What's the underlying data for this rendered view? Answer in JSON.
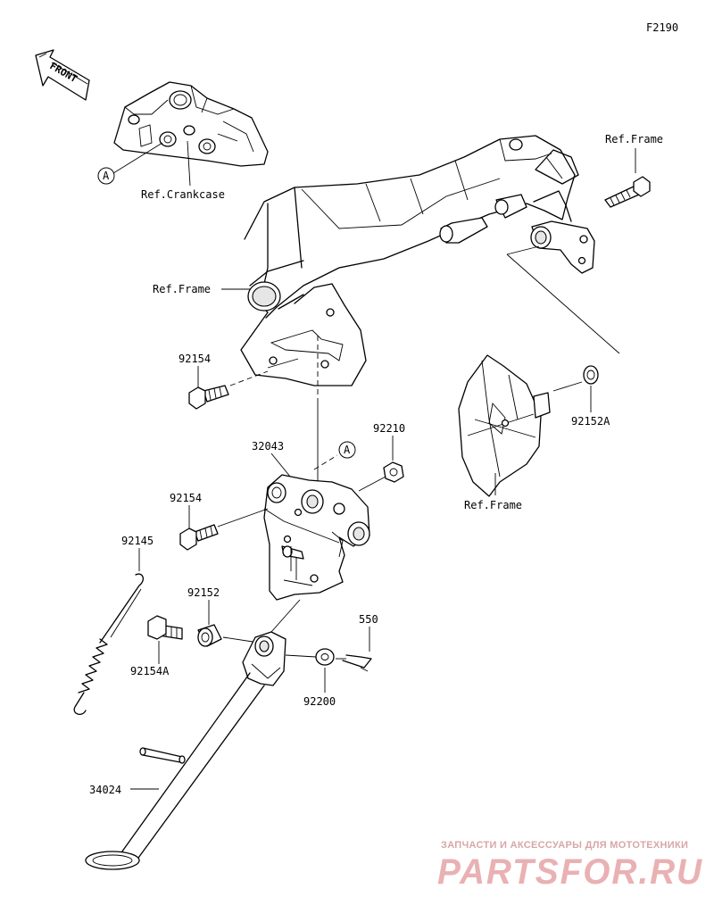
{
  "figure_code": "F2190",
  "front_label": "FRONT",
  "circle_marker": "A",
  "refs": {
    "crankcase": "Ref.Crankcase",
    "frame_top_right": "Ref.Frame",
    "frame_left": "Ref.Frame",
    "frame_bottom_right": "Ref.Frame"
  },
  "parts": {
    "p92154_upper": "92154",
    "p32043": "32043",
    "p92210": "92210",
    "p92152A": "92152A",
    "p92154_lower": "92154",
    "p92145": "92145",
    "p92152": "92152",
    "p550": "550",
    "p92154A": "92154A",
    "p92200": "92200",
    "p34024": "34024"
  },
  "watermark": {
    "subtitle": "ЗАПЧАСТИ И АКСЕССУАРЫ ДЛЯ МОТОТЕХНИКИ",
    "brand": "PARTSFOR.RU"
  }
}
